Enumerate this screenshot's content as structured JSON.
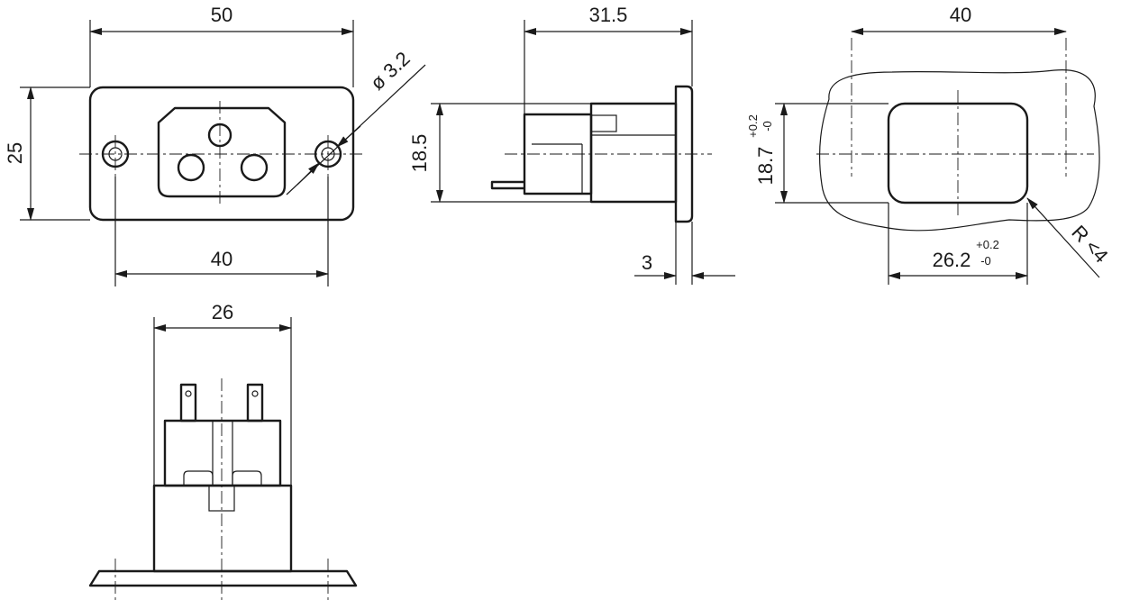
{
  "front_view": {
    "width": "50",
    "height": "25",
    "hole_spacing": "40",
    "hole_diameter": "ø 3.2"
  },
  "side_view": {
    "depth": "31.5",
    "body_height": "18.5",
    "flange_thickness": "3"
  },
  "cutout_view": {
    "width": "40",
    "cutout_height": "18.7",
    "cutout_height_tol_plus": "+0.2",
    "cutout_height_tol_minus": "-0",
    "cutout_width": "26.2",
    "cutout_width_tol_plus": "+0.2",
    "cutout_width_tol_minus": "-0",
    "corner_radius": "R <4"
  },
  "bottom_view": {
    "body_width": "26"
  }
}
